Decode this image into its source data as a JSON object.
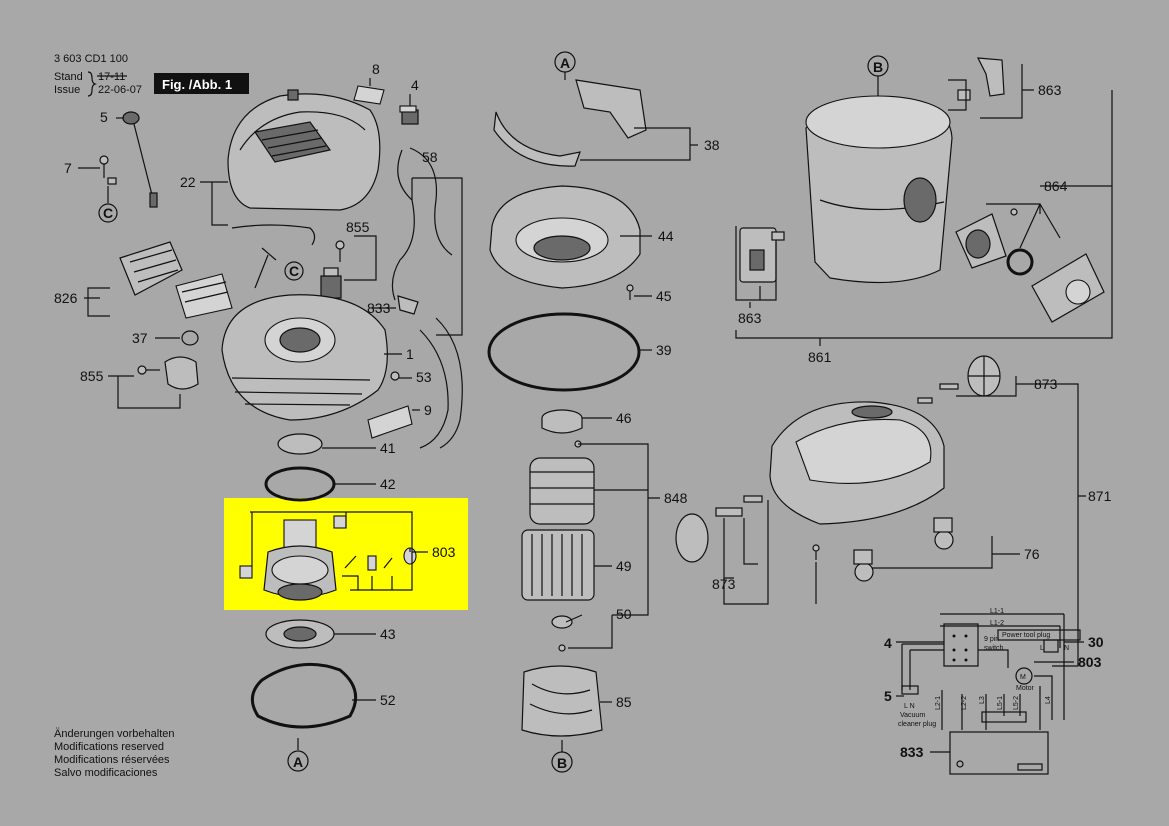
{
  "header": {
    "doc_number": "3 603 CD1 100",
    "stand_label": "Stand",
    "stand_value": "17-11",
    "issue_label": "Issue",
    "issue_value": "22-06-07",
    "fig_label": "Fig. /Abb. 1"
  },
  "footer": {
    "lines": [
      "Änderungen vorbehalten",
      "Modifications reserved",
      "Modifications réservées",
      "Salvo modificaciones"
    ]
  },
  "markers": {
    "a": "A",
    "b": "B",
    "c": "C"
  },
  "highlight_color": "#ffff00",
  "parts": {
    "p1": "1",
    "p4": "4",
    "p5": "5",
    "p7": "7",
    "p8": "8",
    "p9": "9",
    "p22": "22",
    "p30": "30",
    "p37": "37",
    "p38": "38",
    "p39": "39",
    "p41": "41",
    "p42": "42",
    "p43": "43",
    "p44": "44",
    "p45": "45",
    "p46": "46",
    "p49": "49",
    "p50": "50",
    "p52": "52",
    "p53": "53",
    "p58": "58",
    "p76": "76",
    "p85": "85",
    "p803": "803",
    "p826": "826",
    "p833": "833",
    "p848": "848",
    "p855": "855",
    "p861": "861",
    "p863": "863",
    "p864": "864",
    "p871": "871",
    "p873": "873"
  },
  "wiring": {
    "l11": "L1-1",
    "l12": "L1-2",
    "power_tool_plug": "Power tool plug",
    "pin9": "9 pin",
    "switch": "switch",
    "motor": "Motor",
    "vacuum": "Vacuum",
    "cleaner_plug": "cleaner plug",
    "l_n": "L   N",
    "l21": "L2-1",
    "l22": "L2-2",
    "l3": "L3",
    "l51": "L5-1",
    "l52": "L5-2",
    "l4": "L4",
    "m": "M",
    "l": "L",
    "n": "N"
  }
}
